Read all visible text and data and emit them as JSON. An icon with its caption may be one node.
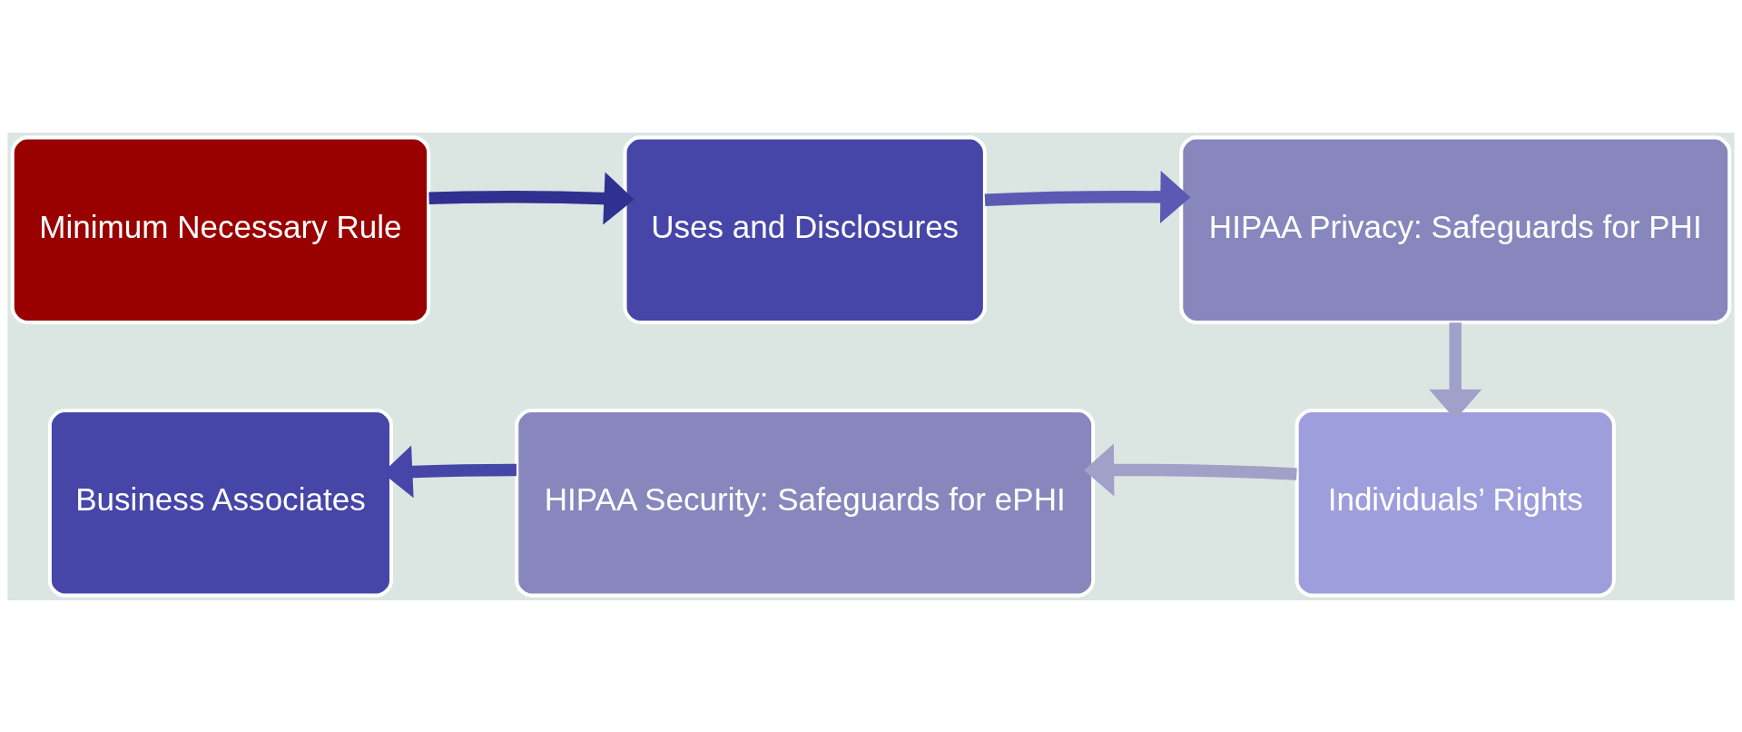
{
  "diagram": {
    "nodes": [
      {
        "text": [
          "Minimum Necessary Rule"
        ]
      },
      {
        "text": [
          "Uses and Disclosures"
        ]
      },
      {
        "text": [
          "HIPAA Privacy: Safeguards for PHI"
        ]
      },
      {
        "text": [
          "Business Associates"
        ]
      },
      {
        "text": [
          "HIPAA Security: Safeguards for ePHI"
        ]
      },
      {
        "text": [
          "Individuals’ Rights"
        ]
      }
    ],
    "edges": [
      {
        "from": 0,
        "to": 1,
        "arrow": "to",
        "color": "#303090"
      },
      {
        "from": 1,
        "to": 2,
        "arrow": "to",
        "color": "#5a5ab4"
      },
      {
        "from": 2,
        "to": 5,
        "arrow": "to",
        "color": "#a0a0c8"
      },
      {
        "from": 5,
        "to": 4,
        "arrow": "to",
        "color": "#a0a0c8"
      },
      {
        "from": 4,
        "to": 3,
        "arrow": "to",
        "color": "#4646a8"
      }
    ]
  }
}
